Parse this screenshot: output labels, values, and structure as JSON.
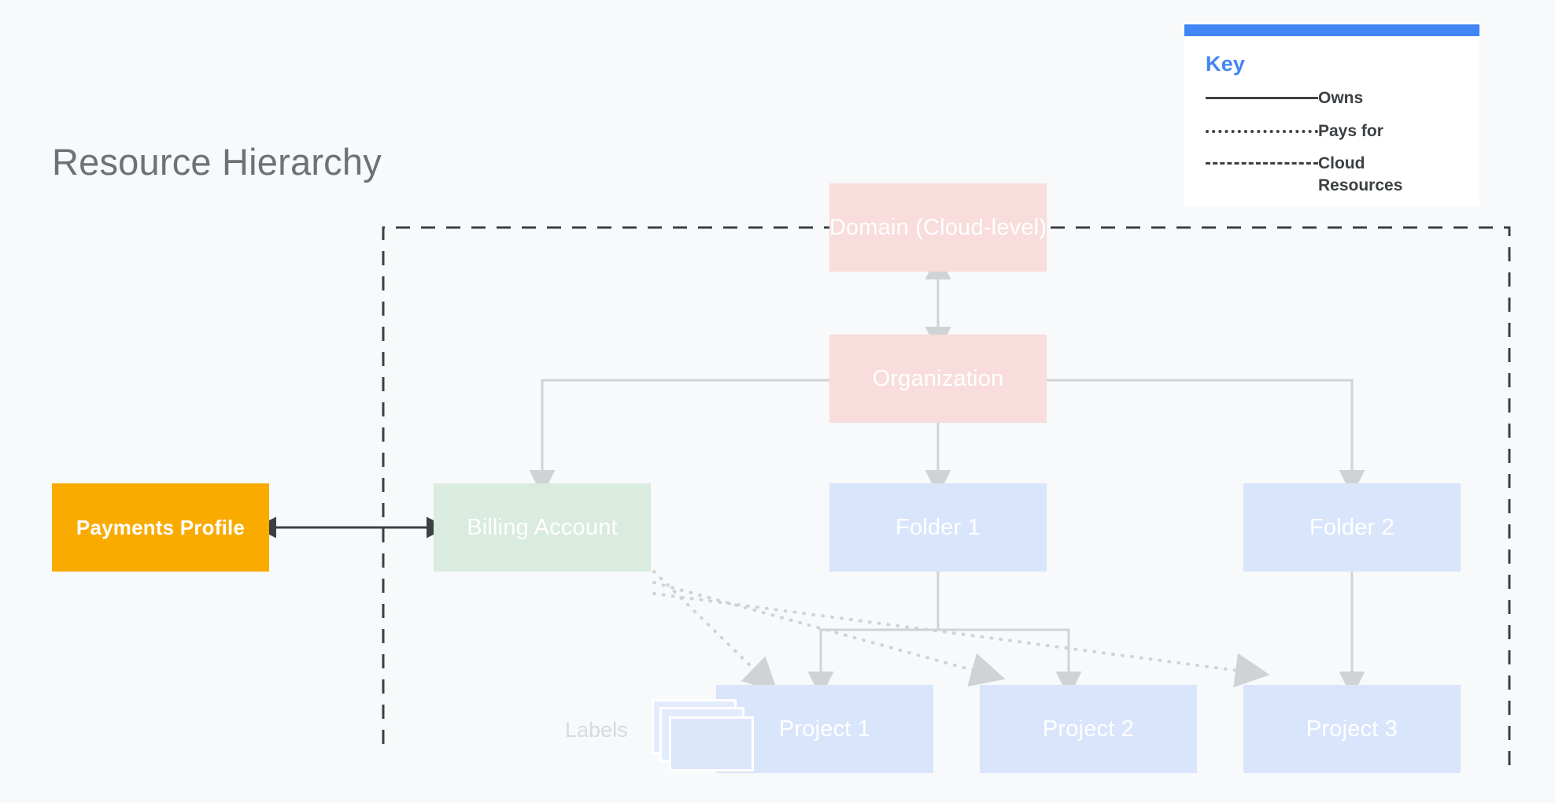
{
  "page": {
    "title": "Resource Hierarchy",
    "background_color": "#F7F9FA"
  },
  "colors": {
    "accent_blue": "#4285F4",
    "pink_node": "#F9DCDC",
    "blue_node": "#D9E5FB",
    "green_node": "#DAEBE0",
    "amber_node": "#F9AB00",
    "connector_gray": "#D0D3D6",
    "boundary_dash": "#3C4043",
    "title_gray": "#6E7275",
    "labels_gray": "#D7DBDE"
  },
  "key": {
    "title": "Key",
    "rows": [
      {
        "style": "solid",
        "label": "Owns"
      },
      {
        "style": "dotted",
        "label": "Pays for"
      },
      {
        "style": "dashed",
        "label": "Cloud Resources"
      }
    ]
  },
  "diagram_data": {
    "type": "diagram",
    "title": "Resource Hierarchy",
    "boundary": {
      "name": "Cloud Resources",
      "style": "dashed"
    },
    "nodes": [
      {
        "id": "domain",
        "label": "Domain (Cloud-level)",
        "color": "#F9DCDC",
        "group": "cloud"
      },
      {
        "id": "organization",
        "label": "Organization",
        "color": "#F9DCDC",
        "group": "cloud"
      },
      {
        "id": "billing",
        "label": "Billing Account",
        "color": "#DAEBE0",
        "group": "cloud"
      },
      {
        "id": "folder1",
        "label": "Folder 1",
        "color": "#D9E5FB",
        "group": "cloud"
      },
      {
        "id": "folder2",
        "label": "Folder 2",
        "color": "#D9E5FB",
        "group": "cloud"
      },
      {
        "id": "project1",
        "label": "Project 1",
        "color": "#D9E5FB",
        "group": "cloud"
      },
      {
        "id": "project2",
        "label": "Project 2",
        "color": "#D9E5FB",
        "group": "cloud"
      },
      {
        "id": "project3",
        "label": "Project 3",
        "color": "#D9E5FB",
        "group": "cloud"
      },
      {
        "id": "payments",
        "label": "Payments Profile",
        "color": "#F9AB00",
        "group": "external"
      },
      {
        "id": "labels",
        "label": "Labels",
        "color": "#E3ECFC",
        "group": "annotation"
      }
    ],
    "edges": [
      {
        "from": "domain",
        "to": "organization",
        "style": "solid",
        "arrows": "both"
      },
      {
        "from": "organization",
        "to": "billing",
        "style": "solid",
        "arrows": "to"
      },
      {
        "from": "organization",
        "to": "folder1",
        "style": "solid",
        "arrows": "to"
      },
      {
        "from": "organization",
        "to": "folder2",
        "style": "solid",
        "arrows": "to"
      },
      {
        "from": "folder1",
        "to": "project1",
        "style": "solid",
        "arrows": "to"
      },
      {
        "from": "folder1",
        "to": "project2",
        "style": "solid",
        "arrows": "to"
      },
      {
        "from": "folder2",
        "to": "project3",
        "style": "solid",
        "arrows": "to"
      },
      {
        "from": "payments",
        "to": "billing",
        "style": "solid",
        "arrows": "both"
      },
      {
        "from": "billing",
        "to": "project1",
        "style": "dotted",
        "arrows": "to"
      },
      {
        "from": "billing",
        "to": "project2",
        "style": "dotted",
        "arrows": "to"
      },
      {
        "from": "billing",
        "to": "project3",
        "style": "dotted",
        "arrows": "to"
      }
    ]
  },
  "nodes": {
    "domain": "Domain (Cloud-level)",
    "organization": "Organization",
    "billing": "Billing Account",
    "folder1": "Folder 1",
    "folder2": "Folder 2",
    "project1": "Project 1",
    "project2": "Project 2",
    "project3": "Project 3",
    "payments": "Payments Profile",
    "labels": "Labels"
  }
}
